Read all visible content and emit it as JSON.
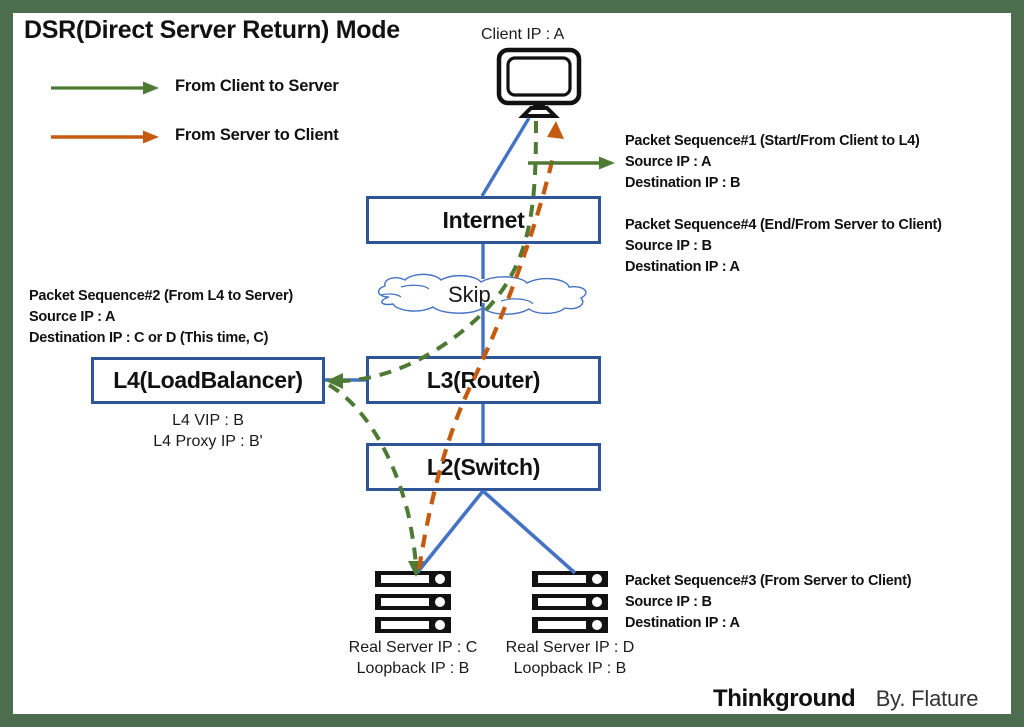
{
  "title": "DSR(Direct Server Return) Mode",
  "colors": {
    "frame_green": "#4c6e4e",
    "client_to_server": "#4e7a33",
    "server_to_client": "#c55a11",
    "node_blue": "#2f5597",
    "link_blue": "#4472c4"
  },
  "legend": [
    {
      "label": "From Client to Server",
      "color": "#4e7a33",
      "icon": "arrow-right-icon"
    },
    {
      "label": "From Server to Client",
      "color": "#c55a11",
      "icon": "arrow-right-icon"
    }
  ],
  "client": {
    "label": "Client IP : A",
    "icon": "monitor-icon"
  },
  "nodes": {
    "internet": "Internet",
    "cloud": "Skip",
    "l4": "L4(LoadBalancer)",
    "l3": "L3(Router)",
    "l2": "L2(Switch)"
  },
  "l4_details": [
    "L4 VIP : B",
    "L4 Proxy IP : B'"
  ],
  "servers": [
    {
      "icon": "server-rack-icon",
      "lines": [
        "Real Server IP : C",
        "Loopback IP : B"
      ]
    },
    {
      "icon": "server-rack-icon",
      "lines": [
        "Real Server IP : D",
        "Loopback IP : B"
      ]
    }
  ],
  "packets": {
    "seq1": {
      "heading": "Packet Sequence#1 (Start/From Client to L4)",
      "source": "Source IP : A",
      "destination": "Destination IP : B"
    },
    "seq4": {
      "heading": "Packet Sequence#4 (End/From Server to Client)",
      "source": "Source IP : B",
      "destination": "Destination IP : A"
    },
    "seq2": {
      "heading": "Packet Sequence#2 (From L4 to Server)",
      "source": "Source IP : A",
      "destination": "Destination IP : C or D (This time, C)"
    },
    "seq3": {
      "heading": "Packet Sequence#3 (From Server to Client)",
      "source": "Source IP : B",
      "destination": "Destination IP : A"
    }
  },
  "footer": {
    "brand": "Thinkground",
    "byline": "By. Flature"
  }
}
